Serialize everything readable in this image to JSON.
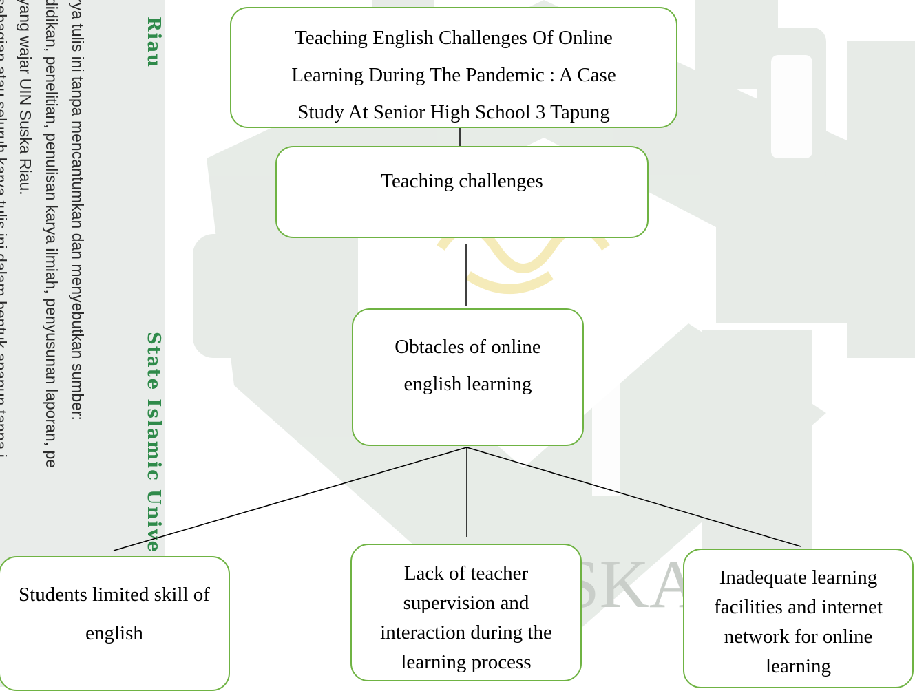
{
  "colors": {
    "node_border": "#6fb343",
    "watermark_green": "#2f8a4a",
    "watermark_shape": "#dfe5df",
    "watermark_gold": "#f3e7a8"
  },
  "watermark": {
    "riau": "Riau",
    "university": "State Islamic Unive",
    "line1": "rya tulis ini tanpa mencantumkan dan menyebutkan sumber:",
    "line2": "didikan, penelitian, penulisan karya ilmiah, penyusunan laporan, pe",
    "line3": "yang wajar UIN Suska Riau.",
    "line4": "sebagian atau seluruh karya tulis ini dalam bentuk apapun tanpa i",
    "ska": "SKA"
  },
  "diagram": {
    "title": "Teaching English Challenges Of Online Learning During The Pandemic : A Case Study At Senior High School 3 Tapung",
    "challenges": "Teaching challenges",
    "obstacles": "Obtacles of online english learning",
    "leaves": [
      "Students limited skill of english",
      "Lack of teacher supervision and interaction during the learning process",
      "Inadequate learning facilities and internet network for online learning"
    ]
  }
}
